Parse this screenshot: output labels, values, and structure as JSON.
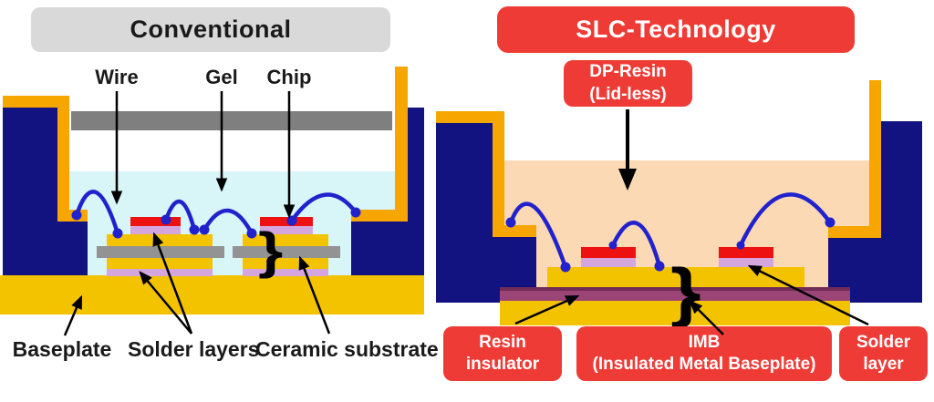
{
  "left": {
    "title": "Conventional",
    "wire_label": "Wire",
    "gel_label": "Gel",
    "chip_label": "Chip",
    "baseplate_label": "Baseplate",
    "solder_layers_label": "Solder layers",
    "ceramic_substrate_label": "Ceramic substrate",
    "brace_glyph": "}"
  },
  "right": {
    "title": "SLC-Technology",
    "dp_resin": {
      "line1": "DP-Resin",
      "line2": "(Lid-less)"
    },
    "resin_insulator": {
      "line1": "Resin",
      "line2": "insulator"
    },
    "imb": {
      "line1": "IMB",
      "line2": "(Insulated Metal Baseplate)"
    },
    "solder_layer": {
      "line1": "Solder",
      "line2": "layer"
    },
    "brace_glyph": "}"
  },
  "colors": {
    "case_navy": "#121280",
    "case_orange": "#F7A600",
    "metal_yellow": "#F4C300",
    "gel_cyan": "#D8F5F7",
    "resin_peach": "#FAD9B4",
    "lid_gray": "#7F7F7F",
    "ceramic_gray": "#939393",
    "solder_pink": "#D5A6DD",
    "insulator_purple": "#9B4577",
    "wire_blue": "#2222CC",
    "chip_red": "#EE1111",
    "label_red": "#EF3B36",
    "title_gray": "#D9D9D9"
  }
}
